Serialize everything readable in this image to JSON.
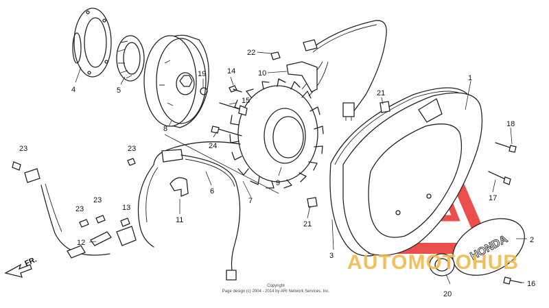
{
  "parts": {
    "p1": "1",
    "p2": "2",
    "p3": "3",
    "p4": "4",
    "p5": "5",
    "p6": "6",
    "p7": "7",
    "p8": "8",
    "p9": "9",
    "p10": "10",
    "p11": "11",
    "p13": "13",
    "p14": "14",
    "p15": "15",
    "p16": "16",
    "p17": "17",
    "p18": "18",
    "p19": "19",
    "p20": "20",
    "p21a": "21",
    "p21b": "21",
    "p22": "22",
    "p23a": "23",
    "p23b": "23",
    "p23c": "23",
    "p23d": "23",
    "p24": "24",
    "p12": "12"
  },
  "front_marker": "FR.",
  "cover_brand": "HONDA",
  "watermark": {
    "text": "AUTOMOTOHUB",
    "accent": "#e8312c",
    "secondary": "#f2b84b"
  },
  "copyright": {
    "line1": "Copyright",
    "line2": "Page design (c) 2004 - 2014 by ARI Network Services, Inc."
  }
}
